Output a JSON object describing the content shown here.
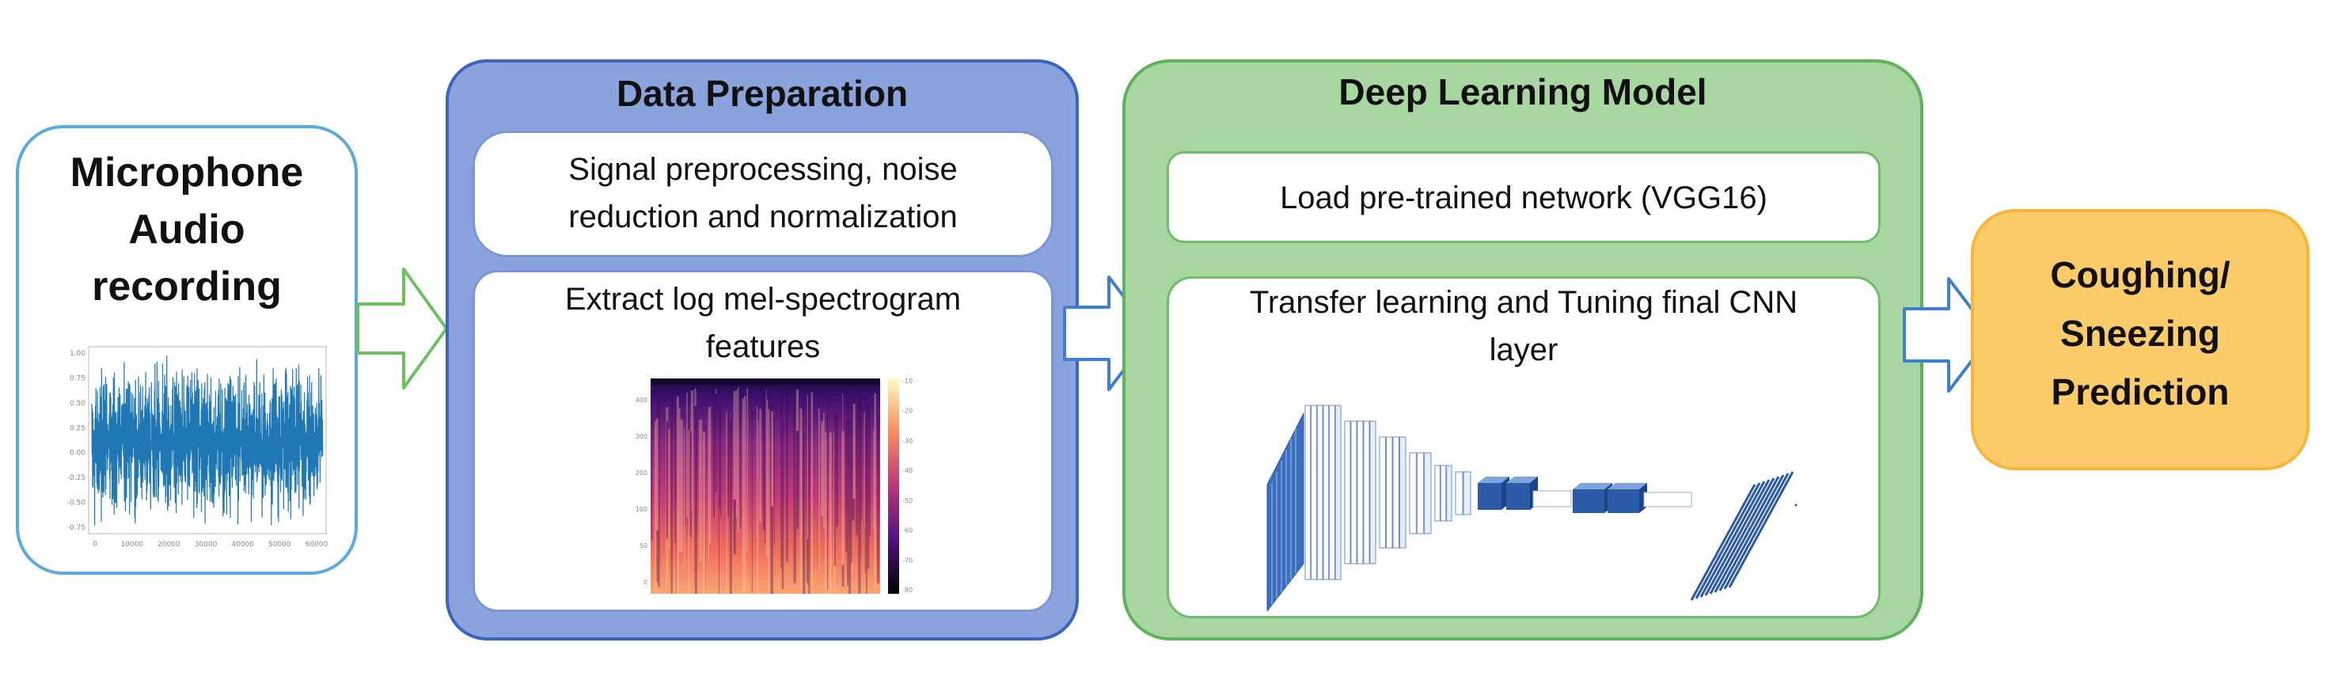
{
  "microphone": {
    "title_lines": [
      "Microphone",
      "Audio",
      "recording"
    ],
    "waveform_y_ticks": [
      "1.00",
      "0.75",
      "0.50",
      "0.25",
      "0.00",
      "-0.25",
      "-0.50",
      "-0.75"
    ],
    "waveform_x_ticks": [
      "0",
      "10000",
      "20000",
      "30000",
      "40000",
      "50000",
      "60000"
    ],
    "wave_color": "#1f77b4"
  },
  "data_preparation": {
    "title": "Data Preparation",
    "preprocess_lines": [
      "Signal preprocessing, noise",
      "reduction and normalization"
    ],
    "extract_lines": [
      "Extract log mel-spectrogram",
      "features"
    ],
    "spectrogram_y_ticks": [
      "400",
      "300",
      "200",
      "100",
      "50",
      "0"
    ],
    "spectrogram_colorbar_ticks": [
      "-10",
      "-20",
      "-30",
      "-40",
      "-50",
      "-60",
      "-70",
      "-80"
    ],
    "box_color": "#8aa3dc"
  },
  "deep_learning_model": {
    "title": "Deep Learning Model",
    "load_label": "Load pre-trained network (VGG16)",
    "transfer_lines": [
      "Transfer learning and Tuning final CNN",
      "layer"
    ],
    "box_color": "#a8d6a0"
  },
  "prediction": {
    "title_lines": [
      "Coughing/",
      "Sneezing",
      "Prediction"
    ],
    "box_color": "#fccb6a"
  }
}
